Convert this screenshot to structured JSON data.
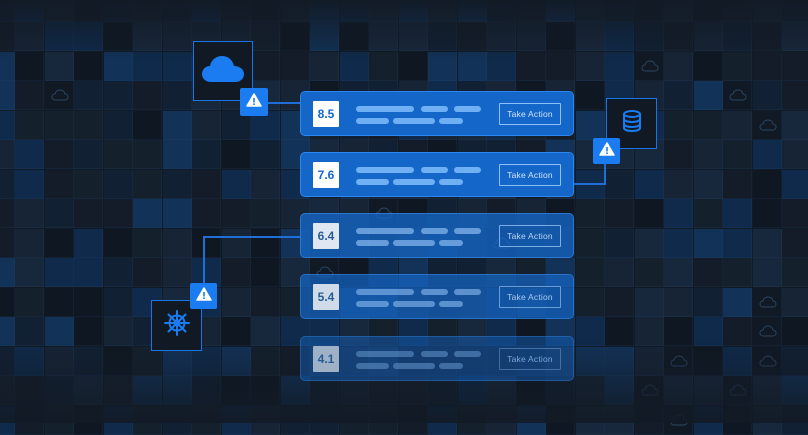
{
  "colors": {
    "background": "#121a25",
    "accent": "#1a7cf0",
    "card_fill": "#1466c8",
    "bar_fill": "#6fb0f5",
    "score_text": "#1466c8"
  },
  "nodes": [
    {
      "name": "cloud",
      "icon": "cloud-icon",
      "alert_icon": "warning-icon"
    },
    {
      "name": "database",
      "icon": "database-icon",
      "alert_icon": "warning-icon"
    },
    {
      "name": "kubernetes",
      "icon": "kubernetes-helm-icon",
      "alert_icon": "warning-icon"
    }
  ],
  "findings": [
    {
      "score": "8.5",
      "action_label": "Take Action"
    },
    {
      "score": "7.6",
      "action_label": "Take Action"
    },
    {
      "score": "6.4",
      "action_label": "Take Action"
    },
    {
      "score": "5.4",
      "action_label": "Take Action"
    },
    {
      "score": "4.1",
      "action_label": "Take Action"
    }
  ]
}
